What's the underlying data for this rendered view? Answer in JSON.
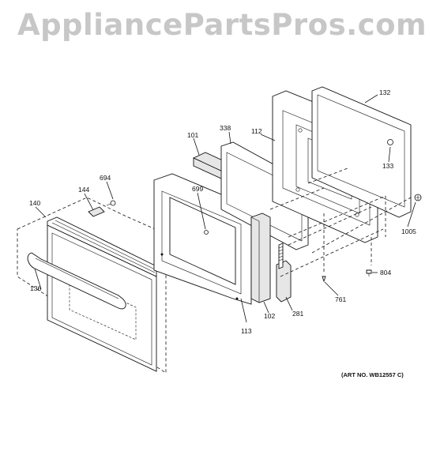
{
  "watermark": "AppliancePartsPros.com",
  "art_number": "(ART NO. WB12557 C)",
  "callouts": {
    "c132": "132",
    "c338": "338",
    "c112": "112",
    "c101": "101",
    "c133": "133",
    "c694": "694",
    "c699": "699",
    "c144": "144",
    "c140": "140",
    "c1005": "1005",
    "c136": "136",
    "c804": "804",
    "c761": "761",
    "c102": "102",
    "c281": "281",
    "c113": "113"
  }
}
